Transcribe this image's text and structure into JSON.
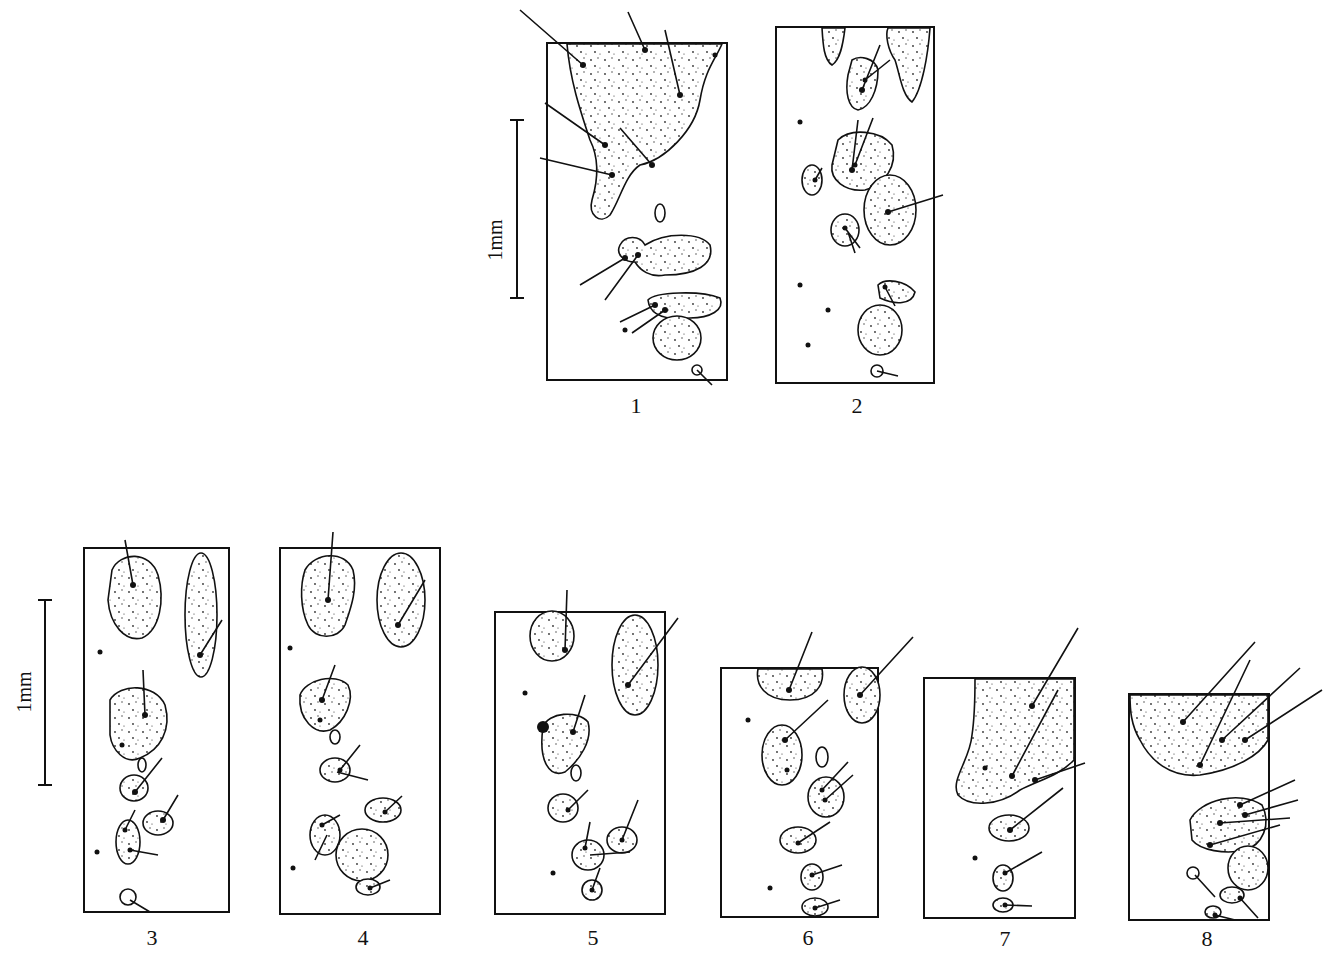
{
  "diagram": {
    "labels": [
      "1mm",
      "1",
      "2",
      "1mm",
      "3",
      "4",
      "5",
      "6",
      "7",
      "8"
    ]
  }
}
